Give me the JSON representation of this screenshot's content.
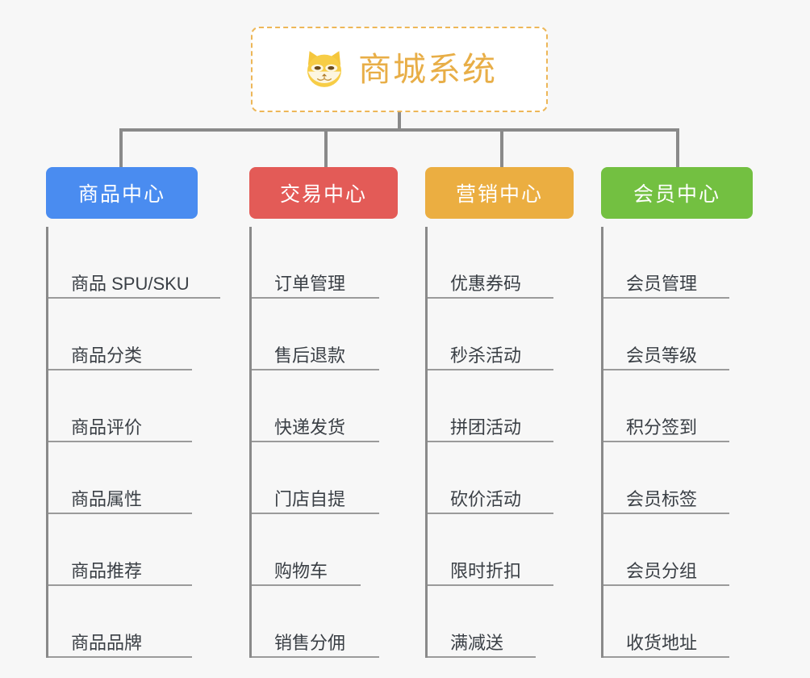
{
  "root": {
    "title": "商城系统",
    "logo_icon": "shiba-dog-icon",
    "title_color": "#e8ae47",
    "border_color": "#edb758"
  },
  "connector_color": "#8a8a8a",
  "background_color": "#f7f7f7",
  "categories": [
    {
      "label": "商品中心",
      "color": "#4a8cf0",
      "items": [
        "商品 SPU/SKU",
        "商品分类",
        "商品评价",
        "商品属性",
        "商品推荐",
        "商品品牌"
      ]
    },
    {
      "label": "交易中心",
      "color": "#e35b57",
      "items": [
        "订单管理",
        "售后退款",
        "快递发货",
        "门店自提",
        "购物车",
        "销售分佣"
      ]
    },
    {
      "label": "营销中心",
      "color": "#ebae41",
      "items": [
        "优惠券码",
        "秒杀活动",
        "拼团活动",
        "砍价活动",
        "限时折扣",
        "满减送"
      ]
    },
    {
      "label": "会员中心",
      "color": "#73c041",
      "items": [
        "会员管理",
        "会员等级",
        "积分签到",
        "会员标签",
        "会员分组",
        "收货地址"
      ]
    }
  ]
}
